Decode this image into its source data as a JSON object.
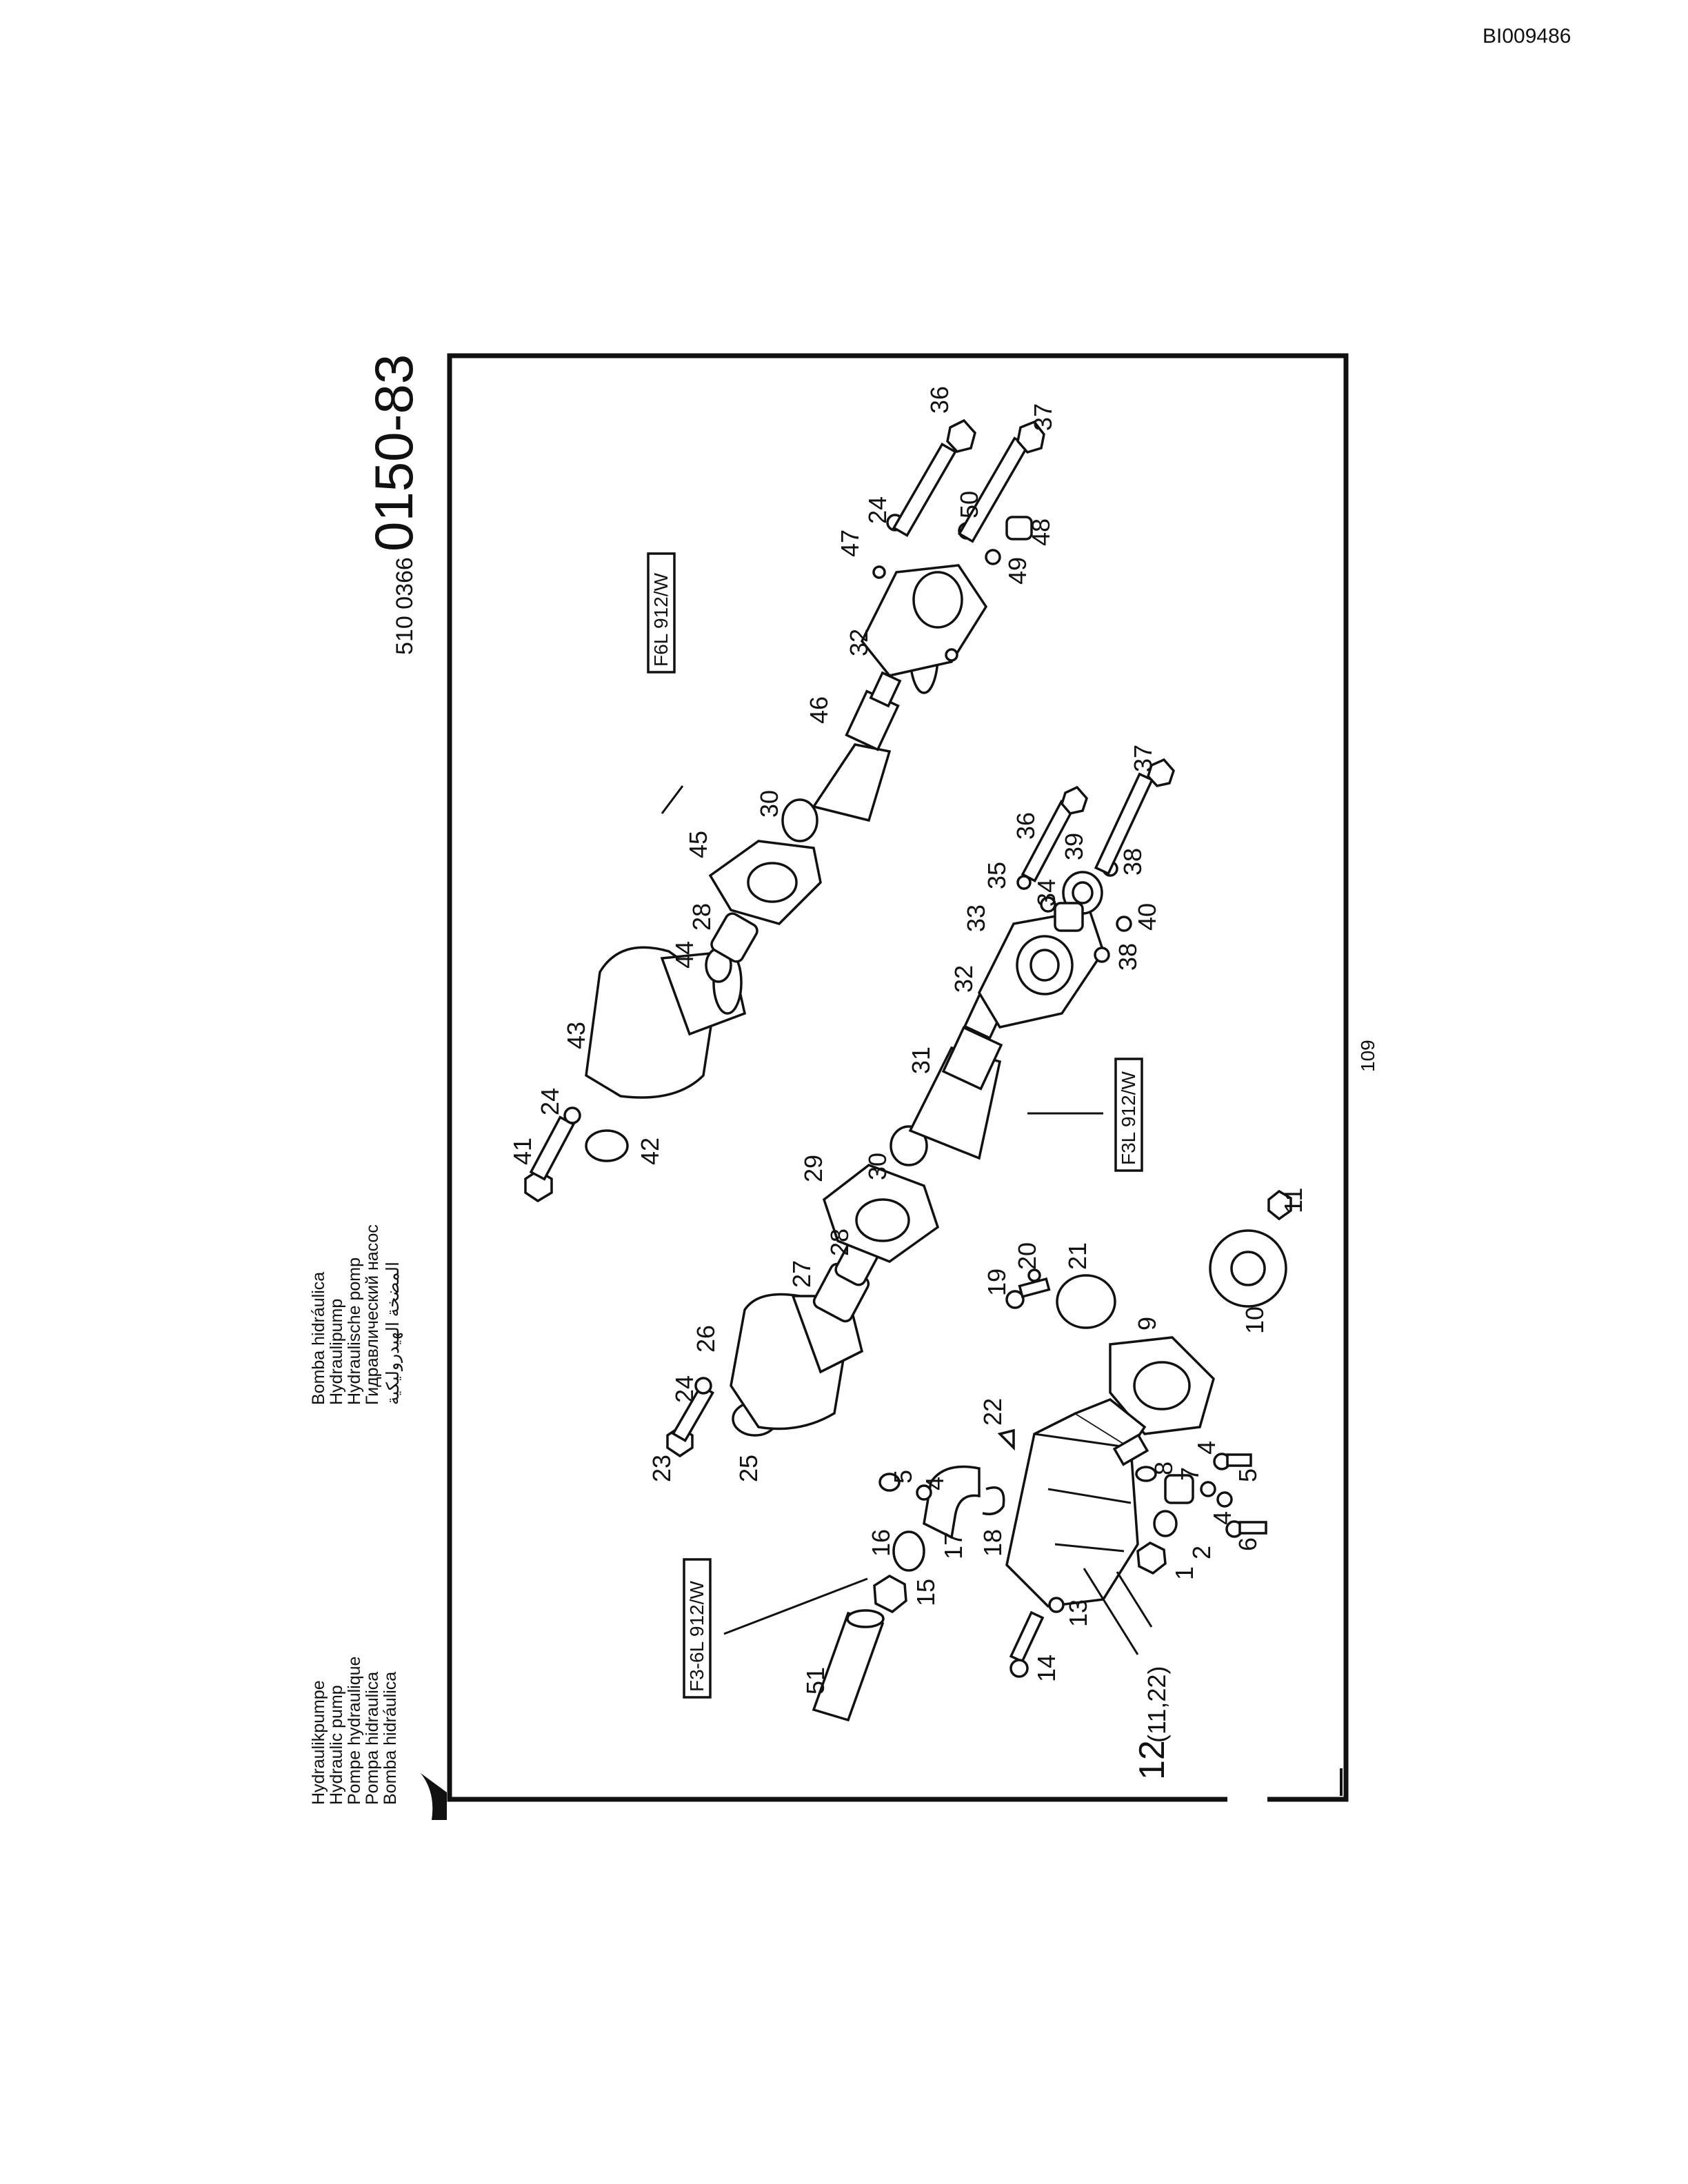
{
  "document_id": "BI009486",
  "catalog_number": "510 0366",
  "group_number": "0150-83",
  "page_number": "109",
  "titles": [
    "Hydraulikpumpe",
    "Hydraulic pump",
    "Pompe hydraulique",
    "Pompa hidraulica",
    "Bomba hidráulica",
    "Bomba hidráulica",
    "Hydraulipump",
    "Hydraulische pomp",
    "Гидравлический насос",
    "المضخة الهيدروليكية"
  ],
  "variant_boxes": {
    "f6l": "F6L 912/W",
    "f3l": "F3L 912/W",
    "f36l": "F3-6L 912/W"
  },
  "callouts": {
    "n1": "1",
    "n2": "2",
    "n4a": "4",
    "n4b": "4",
    "n4c": "4",
    "n5a": "5",
    "n5b": "5",
    "n6": "6",
    "n7": "7",
    "n8": "8",
    "n9": "9",
    "n10": "10",
    "n11": "11",
    "n12": "12",
    "n12sub": "(11,22)",
    "n13": "13",
    "n14": "14",
    "n15": "15",
    "n16": "16",
    "n17": "17",
    "n18": "18",
    "n19": "19",
    "n20": "20",
    "n21": "21",
    "n22": "22",
    "n23": "23",
    "n24a": "24",
    "n24b": "24",
    "n24c": "24",
    "n25": "25",
    "n26": "26",
    "n27": "27",
    "n28a": "28",
    "n28b": "28",
    "n29": "29",
    "n30a": "30",
    "n30b": "30",
    "n31": "31",
    "n32a": "32",
    "n32b": "32",
    "n33": "33",
    "n34": "34",
    "n35": "35",
    "n36a": "36",
    "n36b": "36",
    "n37a": "37",
    "n37b": "37",
    "n38a": "38",
    "n38b": "38",
    "n39": "39",
    "n40": "40",
    "n41": "41",
    "n42": "42",
    "n43": "43",
    "n44": "44",
    "n45": "45",
    "n46": "46",
    "n47": "47",
    "n48": "48",
    "n49": "49",
    "n50": "50",
    "n51": "51"
  }
}
